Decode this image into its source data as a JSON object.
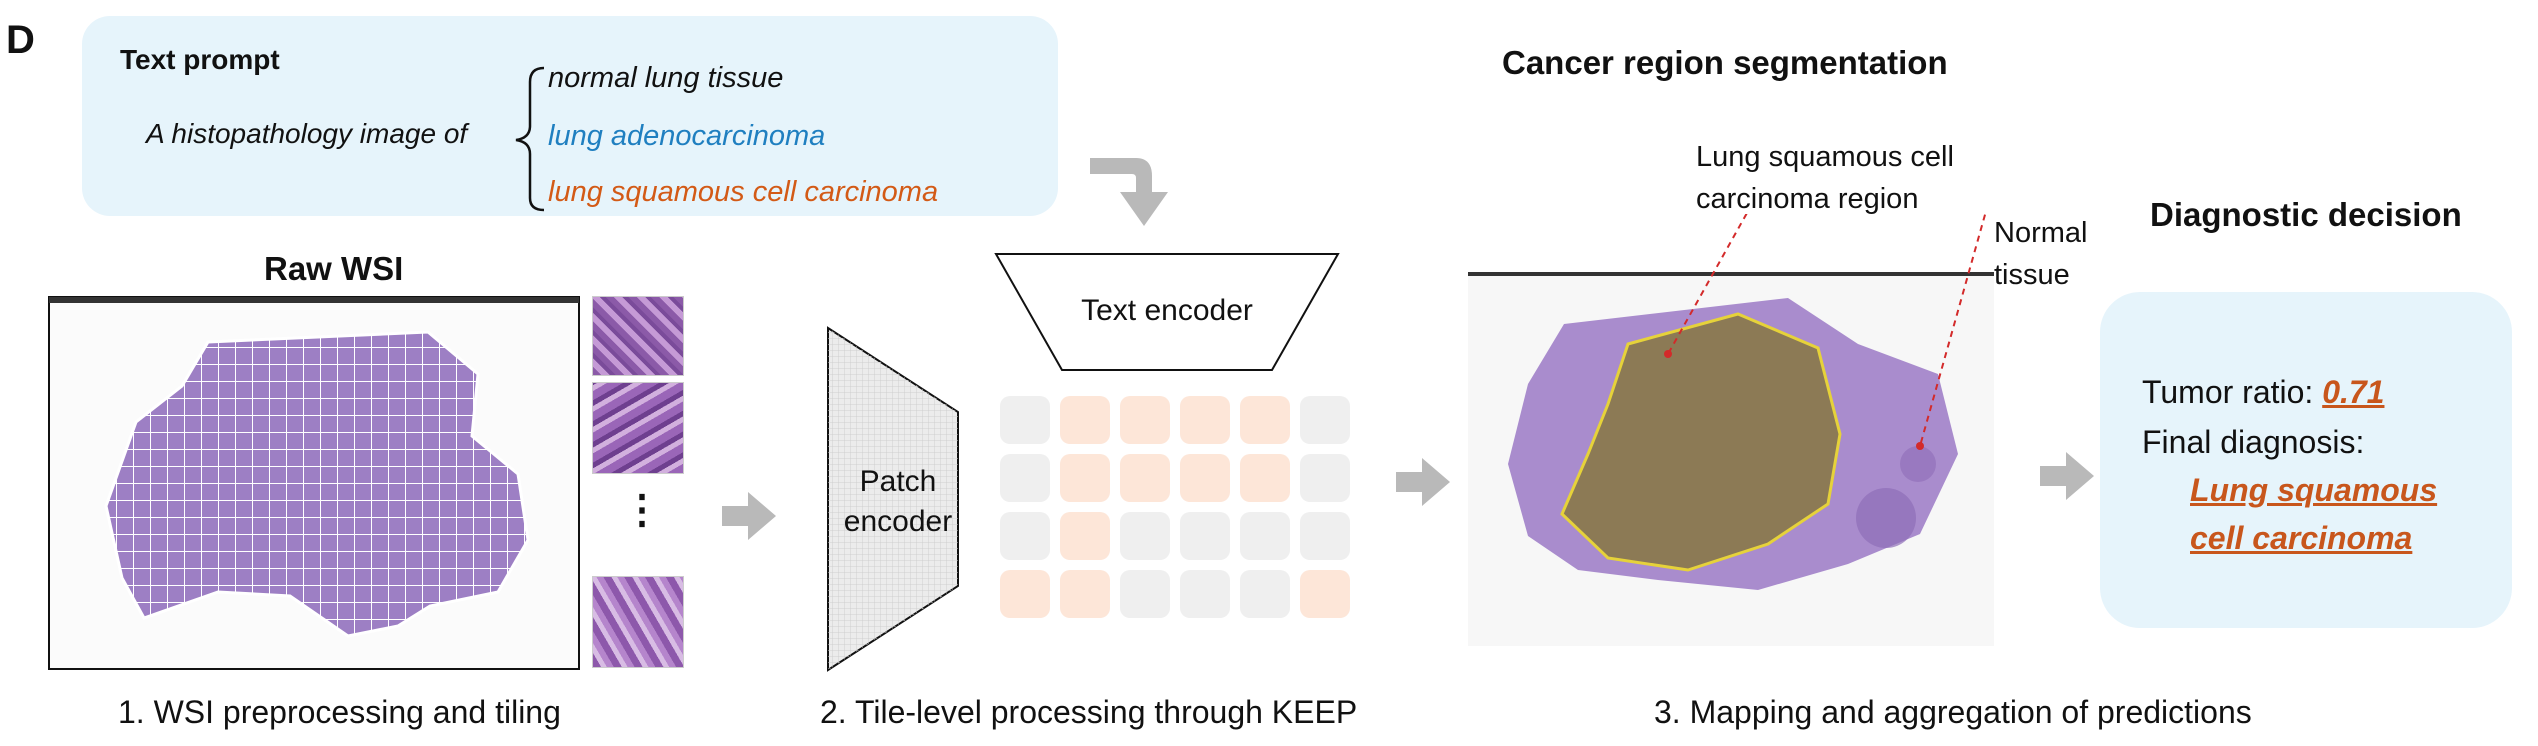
{
  "panel_letter": "D",
  "text_prompt": {
    "title": "Text prompt",
    "lead": "A histopathology image of",
    "options": [
      {
        "text": "normal lung tissue",
        "color": "#111111"
      },
      {
        "text": "lung adenocarcinoma",
        "color": "#1f7fc0"
      },
      {
        "text": "lung squamous cell carcinoma",
        "color": "#d35a16"
      }
    ]
  },
  "raw_wsi": {
    "title": "Raw WSI",
    "ellipsis": "⋮"
  },
  "encoders": {
    "text": "Text encoder",
    "patch_line1": "Patch",
    "patch_line2": "encoder"
  },
  "prediction_grid": {
    "rows": 4,
    "cols": 6,
    "highlight": [
      [
        0,
        1,
        1,
        1,
        1,
        0
      ],
      [
        0,
        1,
        1,
        1,
        1,
        0
      ],
      [
        0,
        1,
        0,
        0,
        0,
        0
      ],
      [
        1,
        1,
        0,
        0,
        0,
        1
      ]
    ]
  },
  "segmentation": {
    "title": "Cancer region segmentation",
    "cancer_label_line1": "Lung squamous cell",
    "cancer_label_line2": "carcinoma region",
    "normal_label_line1": "Normal",
    "normal_label_line2": "tissue"
  },
  "diagnosis": {
    "title": "Diagnostic decision",
    "ratio_label": "Tumor ratio: ",
    "ratio_value": "0.71",
    "final_label": "Final diagnosis:",
    "final_line1": "Lung squamous",
    "final_line2": "cell carcinoma"
  },
  "captions": {
    "step1": "1. WSI preprocessing and tiling",
    "step2": "2. Tile-level processing through KEEP",
    "step3": "3. Mapping and aggregation of predictions"
  },
  "colors": {
    "prompt_bg": "#e6f4fb",
    "highlight_cell": "#fde6d8",
    "neutral_cell": "#efefef",
    "tissue": "#9d7fc4",
    "tumor_overlay": "#8c7a55",
    "tumor_outline": "#e6d23a",
    "accent_orange": "#d35a16",
    "arrow_gray": "#b9b9b9"
  }
}
